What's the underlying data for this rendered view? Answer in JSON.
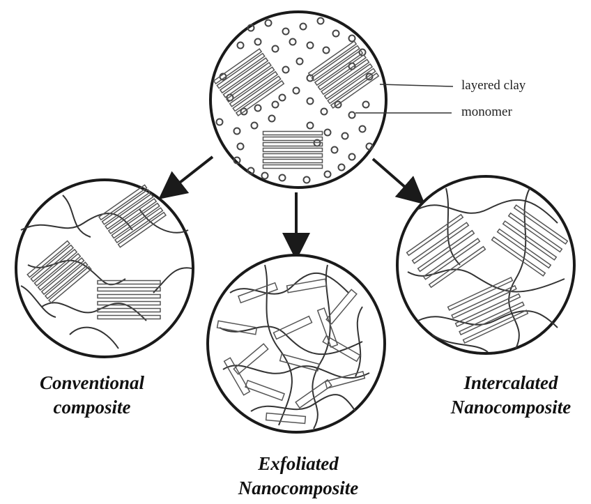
{
  "labels": {
    "layered_clay": "layered clay",
    "monomer": "monomer"
  },
  "captions": {
    "conventional": {
      "line1": "Conventional",
      "line2": "composite"
    },
    "exfoliated": {
      "line1": "Exfoliated",
      "line2": "Nanocomposite"
    },
    "intercalated": {
      "line1": "Intercalated",
      "line2": "Nanocomposite"
    }
  },
  "colors": {
    "ink": "#1a1a1a",
    "stroke": "#333333",
    "clay": "#555555",
    "background": "#ffffff"
  }
}
